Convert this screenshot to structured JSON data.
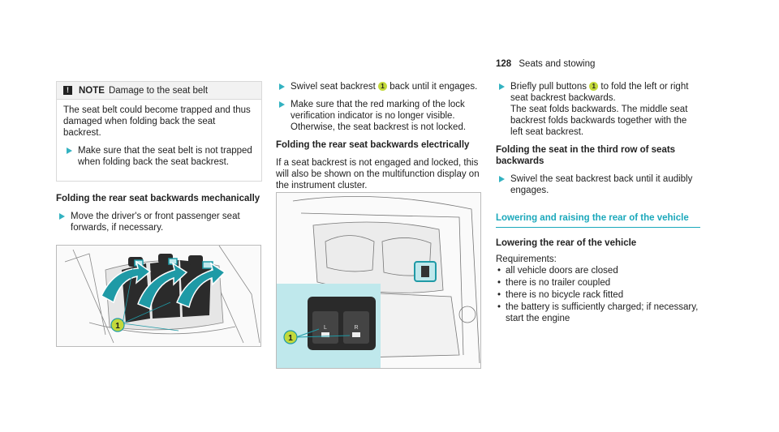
{
  "header": {
    "page_number": "128",
    "section": "Seats and stowing"
  },
  "note": {
    "title": "NOTE",
    "subject": "Damage to the seat belt",
    "body": "The seat belt could become trapped and thus damaged when folding back the seat backrest.",
    "step": "Make sure that the seat belt is not trapped when folding back the seat backrest."
  },
  "col1": {
    "heading": "Folding the rear seat backwards mechanically",
    "step1": "Move the driver's or front passenger seat forwards, if necessary."
  },
  "col2": {
    "step1_a": "Swivel seat backrest",
    "step1_b": "back until it engages.",
    "step2": "Make sure that the red marking of the lock verification indicator is no longer visible. Otherwise, the seat backrest is not locked.",
    "heading": "Folding the rear seat backwards electrically",
    "body": "If a seat backrest is not engaged and locked, this will also be shown on the multifunction display on the instrument cluster."
  },
  "col3": {
    "step1_a": "Briefly pull buttons",
    "step1_b": "to fold the left or right seat backrest backwards.",
    "step1_c": "The seat folds backwards. The middle seat backrest folds backwards together with the left seat backrest.",
    "heading": "Folding the seat in the third row of seats backwards",
    "step2": "Swivel the seat backrest back until it audibly engages.",
    "section_title": "Lowering and raising the rear of the vehicle",
    "subheading": "Lowering the rear of the vehicle",
    "req_label": "Requirements:",
    "requirements": [
      "all vehicle doors are closed",
      "there is no trailer coupled",
      "there is no bicycle rack fitted",
      "the battery is sufficiently charged; if necessary, start the engine"
    ]
  },
  "callout": "1",
  "fig2_labels": {
    "left": "L",
    "right": "R"
  },
  "colors": {
    "accent": "#1ba8bb",
    "callout": "#c3d93b",
    "arrow": "#1f9aa6",
    "panel": "#bfe8ec"
  }
}
